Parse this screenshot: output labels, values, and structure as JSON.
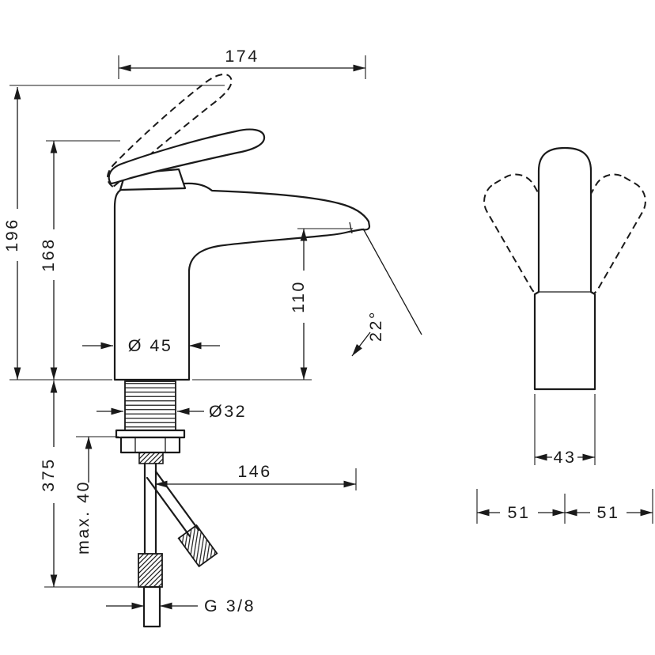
{
  "meta": {
    "background_color": "#ffffff",
    "line_color": "#1a1a1a",
    "drawing_type": "faucet-dimension-drawing"
  },
  "front_view": {
    "dim_width_total": "174",
    "dim_height_to_open_handle": "196",
    "dim_height_to_handle": "168",
    "dim_spout_height": "110",
    "dim_body_diameter": "Ø 45",
    "dim_shaft_diameter": "Ø32",
    "dim_hose_length": "375",
    "dim_counter_thickness": "max. 40",
    "dim_spout_reach": "146",
    "dim_spray_angle": "22°",
    "dim_thread": "G 3/8"
  },
  "side_view": {
    "dim_body_width": "43",
    "dim_handle_swing_left": "51",
    "dim_handle_swing_right": "51"
  }
}
